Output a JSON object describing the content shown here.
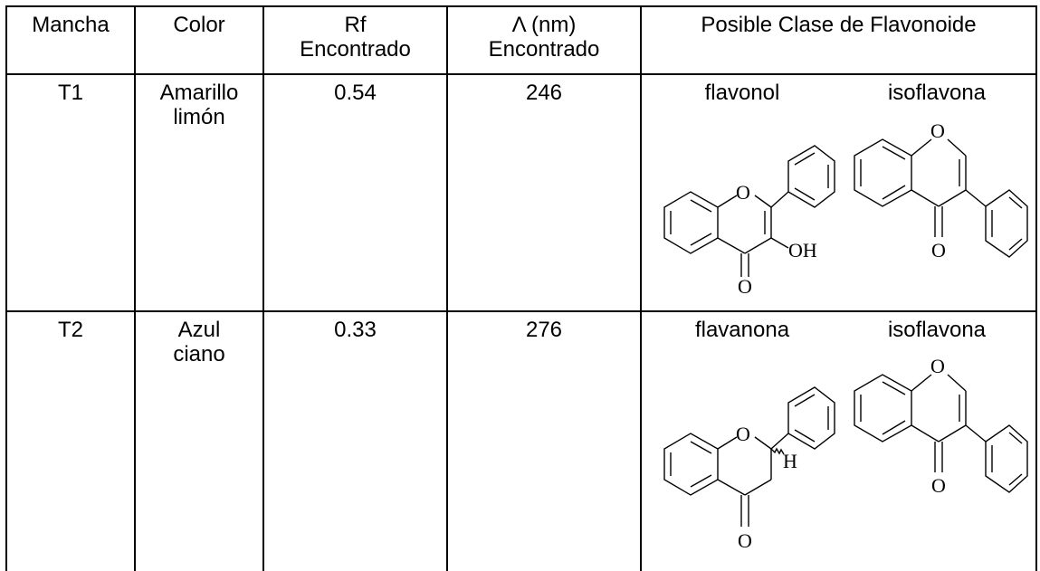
{
  "headers": {
    "mancha": "Mancha",
    "color": "Color",
    "rf_line1": "Rf",
    "rf_line2": "Encontrado",
    "lambda_line1": "Λ (nm)",
    "lambda_line2": "Encontrado",
    "clase": "Posible Clase de Flavonoide"
  },
  "rows": [
    {
      "mancha": "T1",
      "color_line1": "Amarillo",
      "color_line2": "limón",
      "rf": "0.54",
      "lambda": "246",
      "clase_a": "flavonol",
      "clase_b": "isoflavona",
      "mol_a_labels": {
        "o_ring": "O",
        "o_keto": "O",
        "oh": "OH"
      },
      "mol_b_labels": {
        "o_ring": "O",
        "o_keto": "O"
      }
    },
    {
      "mancha": "T2",
      "color_line1": "Azul",
      "color_line2": "ciano",
      "rf": "0.33",
      "lambda": "276",
      "clase_a": "flavanona",
      "clase_b": "isoflavona",
      "mol_a_labels": {
        "o_ring": "O",
        "o_keto": "O",
        "h": "H"
      },
      "mol_b_labels": {
        "o_ring": "O",
        "o_keto": "O"
      }
    }
  ]
}
